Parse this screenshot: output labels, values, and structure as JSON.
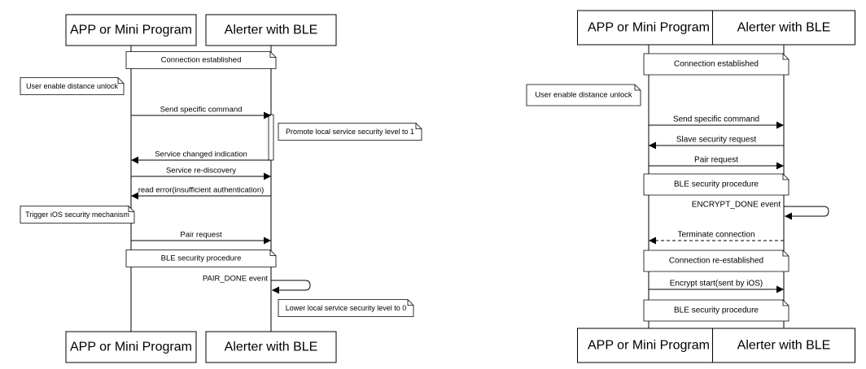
{
  "diagrams": [
    {
      "participants": [
        {
          "id": "app",
          "label": "APP or Mini Program"
        },
        {
          "id": "ble",
          "label": "Alerter with BLE"
        }
      ],
      "events": [
        {
          "kind": "note-over",
          "text": "Connection established"
        },
        {
          "kind": "note-side",
          "text": "User enable distance unlock"
        },
        {
          "kind": "message",
          "from": "app",
          "to": "ble",
          "text": "Send specific command",
          "style": "solid"
        },
        {
          "kind": "note-side-right",
          "text": "Promote local service security level to 1"
        },
        {
          "kind": "message",
          "from": "ble",
          "to": "app",
          "text": "Service changed indication",
          "style": "solid"
        },
        {
          "kind": "message",
          "from": "app",
          "to": "ble",
          "text": "Service re-discovery",
          "style": "solid"
        },
        {
          "kind": "message",
          "from": "ble",
          "to": "app",
          "text": "read error(insufficient authentication)",
          "style": "solid"
        },
        {
          "kind": "note-side",
          "text": "Trigger iOS security mechanism"
        },
        {
          "kind": "message",
          "from": "app",
          "to": "ble",
          "text": "Pair request",
          "style": "solid"
        },
        {
          "kind": "note-over",
          "text": "BLE security procedure"
        },
        {
          "kind": "self",
          "on": "ble",
          "text": "PAIR_DONE event"
        },
        {
          "kind": "note-side-right",
          "text": "Lower local service security level to 0"
        }
      ]
    },
    {
      "participants": [
        {
          "id": "app",
          "label": "APP or Mini Program"
        },
        {
          "id": "ble",
          "label": "Alerter with BLE"
        }
      ],
      "events": [
        {
          "kind": "note-over",
          "text": "Connection established"
        },
        {
          "kind": "note-side",
          "text": "User enable distance unlock"
        },
        {
          "kind": "message",
          "from": "app",
          "to": "ble",
          "text": "Send specific command",
          "style": "solid"
        },
        {
          "kind": "message",
          "from": "ble",
          "to": "app",
          "text": "Slave security request",
          "style": "solid"
        },
        {
          "kind": "message",
          "from": "app",
          "to": "ble",
          "text": "Pair request",
          "style": "solid"
        },
        {
          "kind": "note-over",
          "text": "BLE security procedure"
        },
        {
          "kind": "self",
          "on": "ble",
          "text": "ENCRYPT_DONE event"
        },
        {
          "kind": "message",
          "from": "ble",
          "to": "app",
          "text": "Terminate connection",
          "style": "dashed"
        },
        {
          "kind": "note-over",
          "text": "Connection re-established"
        },
        {
          "kind": "message",
          "from": "app",
          "to": "ble",
          "text": "Encrypt start(sent by iOS)",
          "style": "solid"
        },
        {
          "kind": "note-over",
          "text": "BLE security procedure"
        }
      ]
    }
  ]
}
